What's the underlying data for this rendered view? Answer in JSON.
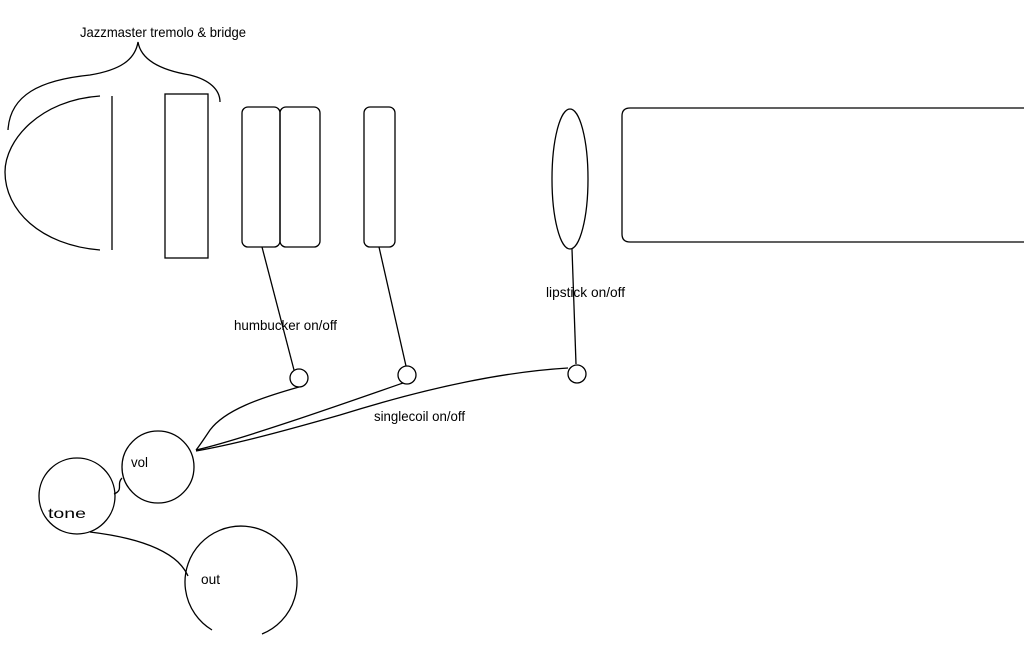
{
  "labels": {
    "title": "Jazzmaster tremolo & bridge",
    "humbucker": "humbucker on/off",
    "singlecoil": "singlecoil on/off",
    "lipstick": "lipstick on/off",
    "vol": "vol",
    "tone": "tone",
    "out": "out"
  },
  "colors": {
    "line": "#000000",
    "background": "#ffffff"
  }
}
